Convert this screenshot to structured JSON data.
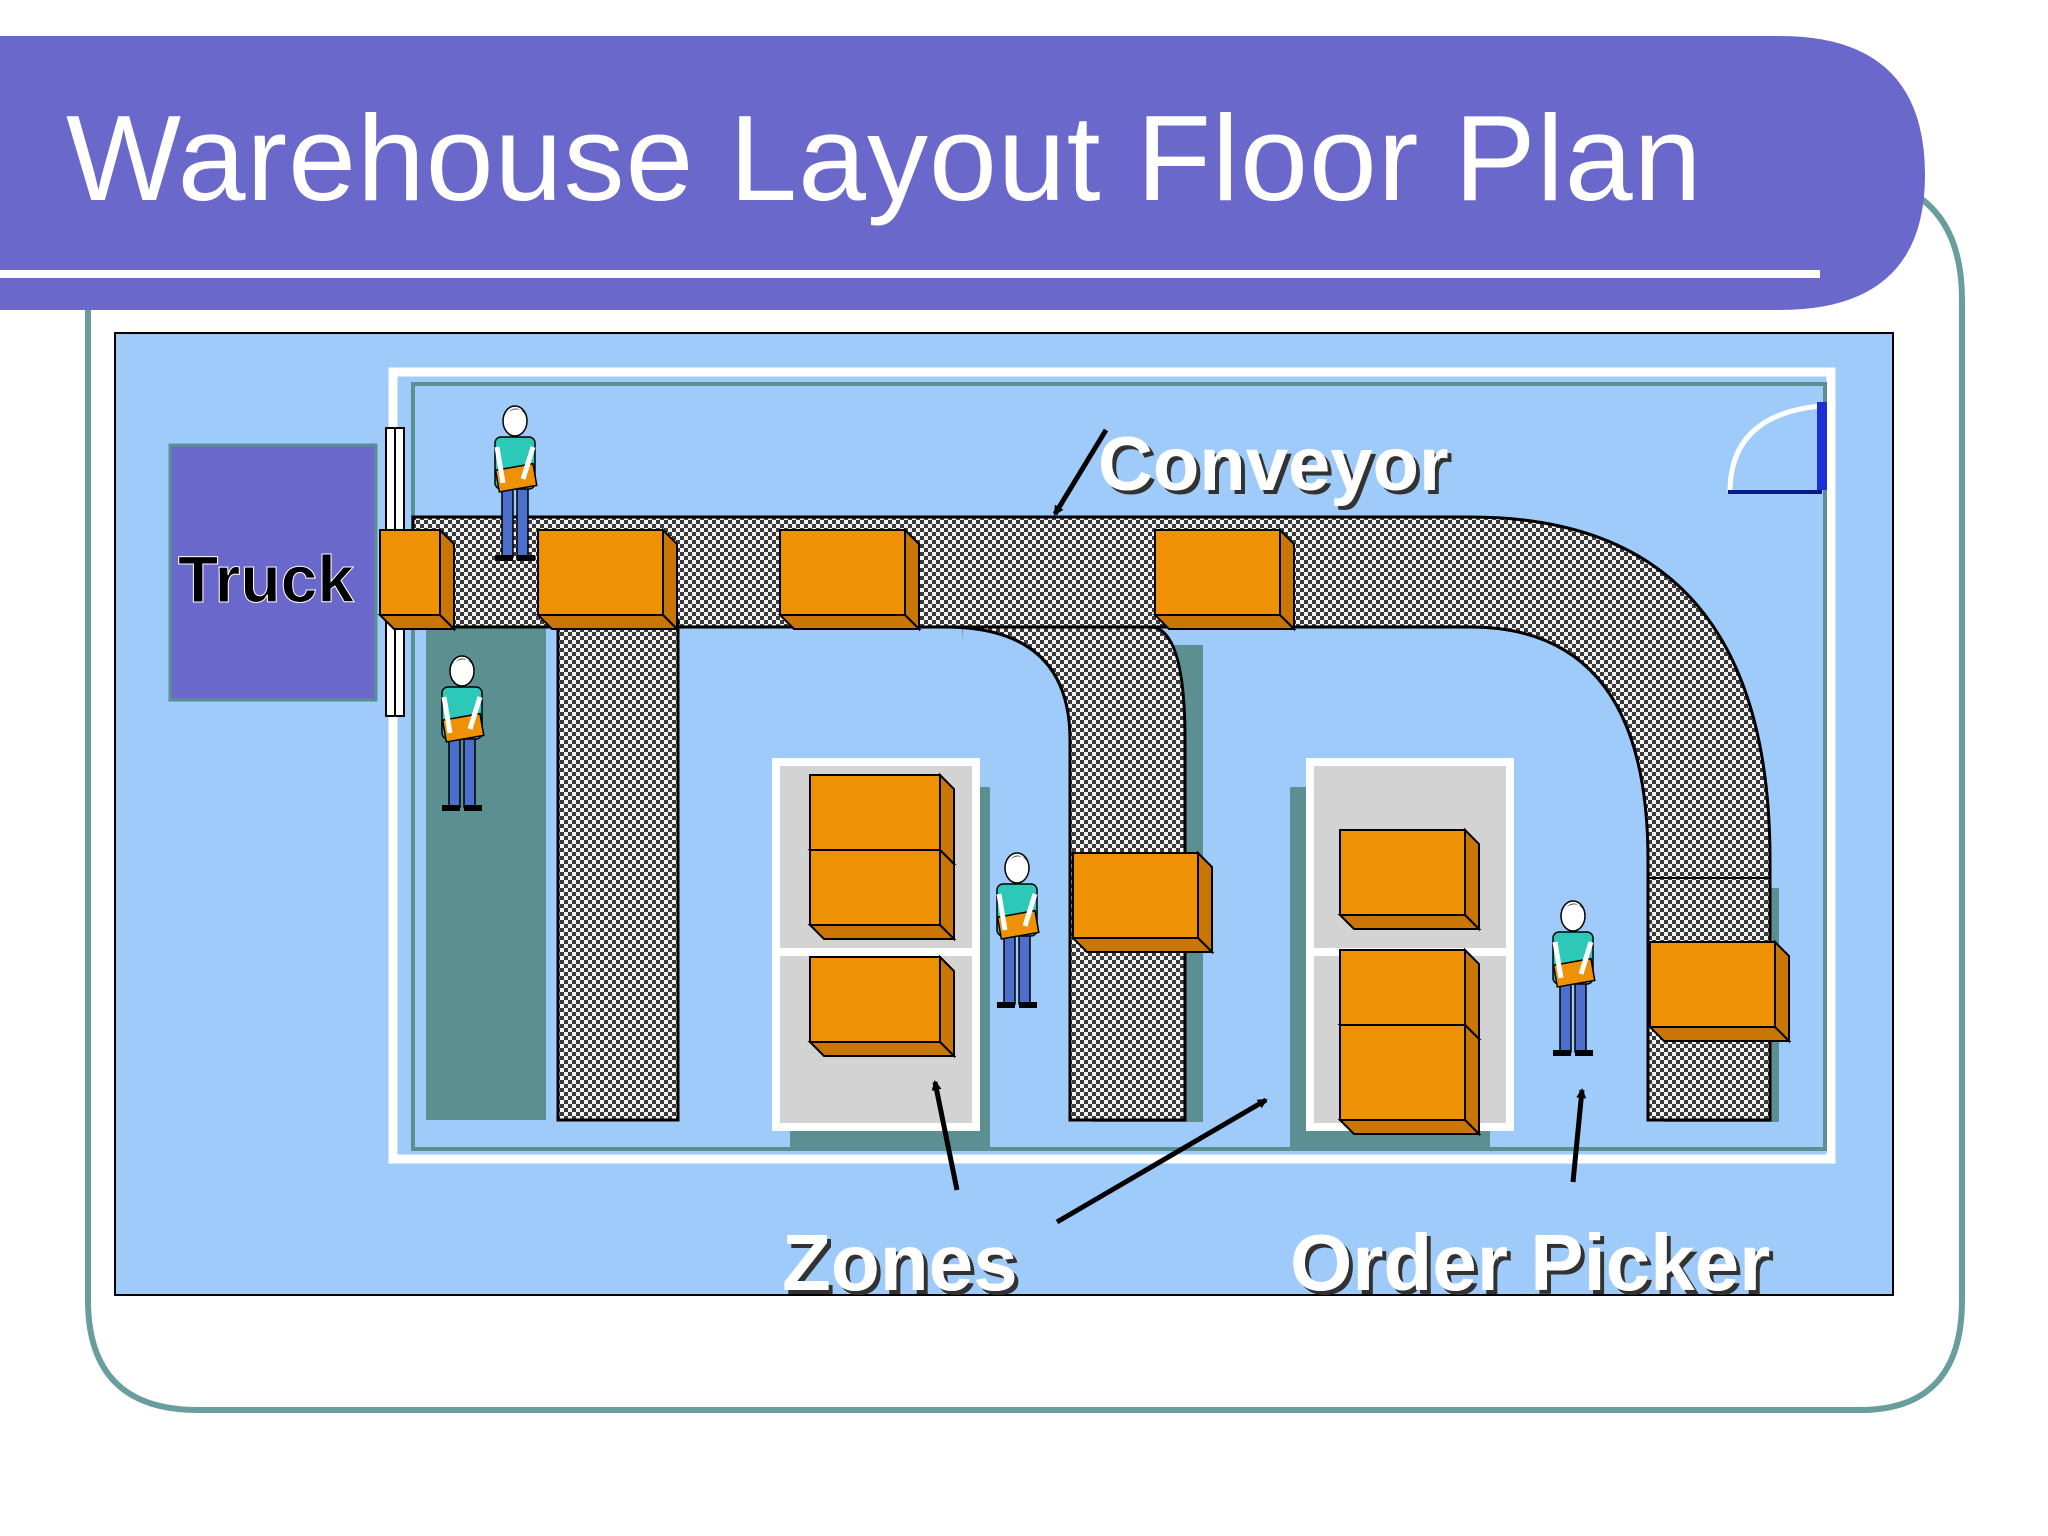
{
  "slide": {
    "title": "Warehouse Layout Floor Plan"
  },
  "diagram": {
    "labels": {
      "truck": "Truck",
      "conveyor": "Conveyor",
      "zones": "Zones",
      "order_picker": "Order Picker"
    }
  },
  "colors": {
    "title_bar": "#6b68cc",
    "frame_outline": "#6a9e9c",
    "floor_background": "#9ecbfa",
    "truck": "#6b68cc",
    "box": "#ee9104",
    "zone": "#d3d3d3",
    "conveyor_dark": "#404040",
    "worker_shirt": "#2cc9b8",
    "worker_pants": "#4d6fcc"
  }
}
